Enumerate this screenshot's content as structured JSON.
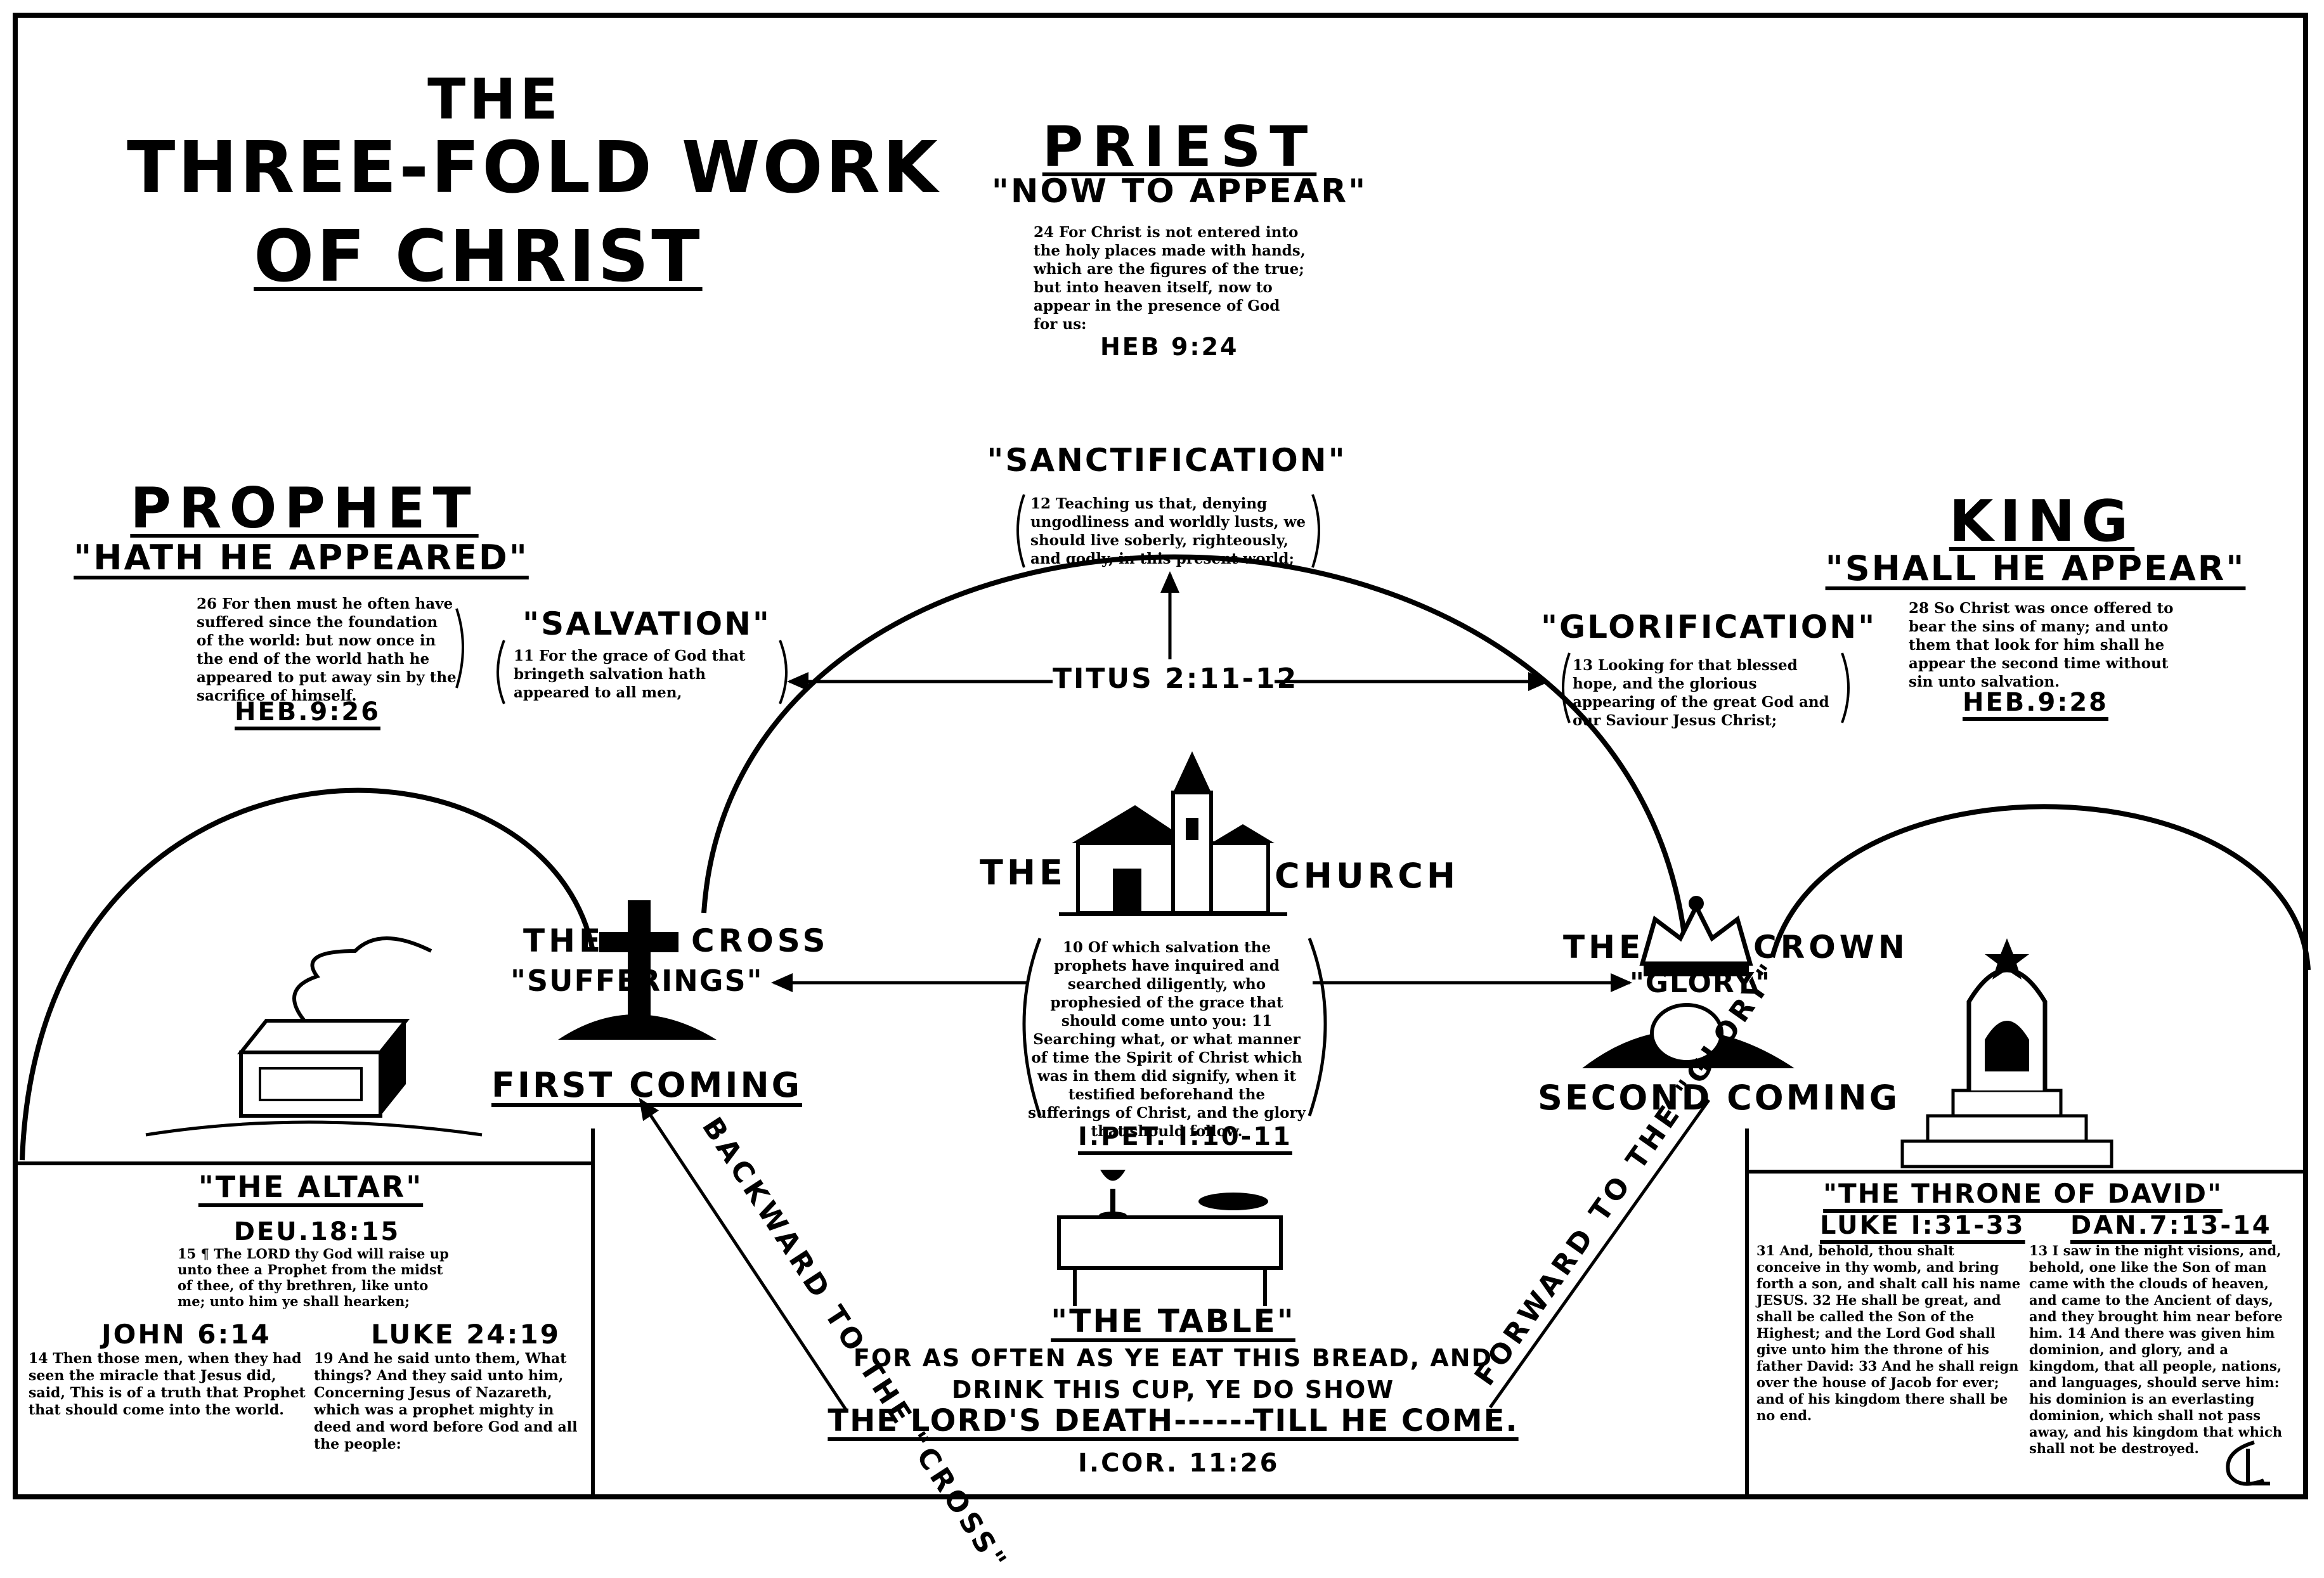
{
  "title": {
    "line1": "THE",
    "line2": "THREE-FOLD WORK",
    "line3": "OF CHRIST"
  },
  "priest": {
    "heading": "PRIEST",
    "subheading": "\"NOW TO APPEAR\"",
    "verse": "24 For Christ is not entered into the holy places made with hands, which are the figures of the true; but into heaven itself, now to appear in the presence of God for us:",
    "reference": "HEB 9:24"
  },
  "prophet": {
    "heading": "PROPHET",
    "subheading": "\"HATH HE APPEARED\"",
    "verse": "26 For then must he often have suffered since the foundation of the world: but now once in the end of the world hath he appeared to put away sin by the sacrifice of himself.",
    "reference": "HEB.9:26"
  },
  "king": {
    "heading": "KING",
    "subheading": "\"SHALL HE APPEAR\"",
    "verse": "28 So Christ was once offered to bear the sins of many; and unto them that look for him shall he appear the second time without sin unto salvation.",
    "reference": "HEB.9:28"
  },
  "sanctification": {
    "heading": "\"SANCTIFICATION\"",
    "verse": "12 Teaching us that, denying ungodliness and worldly lusts, we should live soberly, righteously, and godly, in this present world;"
  },
  "salvation": {
    "heading": "\"SALVATION\"",
    "verse": "11 For the grace of God that bringeth salvation hath appeared to all men,"
  },
  "glorification": {
    "heading": "\"GLORIFICATION\"",
    "verse": "13 Looking for that blessed hope, and the glorious appearing of the great God and our Saviour Jesus Christ;"
  },
  "titus_reference": "TITUS 2:11-12",
  "church": {
    "the": "THE",
    "word": "CHURCH",
    "verse": "10 Of which salvation the prophets have inquired and searched diligently, who prophesied of the grace that should come unto you: 11 Searching what, or what manner of time the Spirit of Christ which was in them did signify, when it testified beforehand the sufferings of Christ, and the glory that should follow.",
    "reference": "I.PET. I:10-11"
  },
  "cross": {
    "the": "THE",
    "word": "CROSS",
    "label": "\"SUFFERINGS\"",
    "coming": "FIRST COMING"
  },
  "crown": {
    "the": "THE",
    "word": "CROWN",
    "label": "\"GLORY\"",
    "coming": "SECOND COMING"
  },
  "backward": "BACKWARD TO THE \"CROSS\"",
  "forward": "FORWARD TO THE \"GLORY\"",
  "altar": {
    "heading": "\"THE ALTAR\"",
    "deu_reference": "DEU.18:15",
    "deu_verse": "15 ¶ The LORD thy God will raise up unto thee a Prophet from the midst of thee, of thy brethren, like unto me; unto him ye shall hearken;",
    "john_reference": "JOHN 6:14",
    "john_verse": "14 Then those men, when they had seen the miracle that Jesus did, said, This is of a truth that Prophet that should come into the world.",
    "luke_reference": "LUKE 24:19",
    "luke_verse": "19 And he said unto them, What things? And they said unto him, Concerning Jesus of Nazareth, which was a prophet mighty in deed and word before God and all the people:"
  },
  "table": {
    "heading": "\"THE TABLE\"",
    "line1": "FOR AS OFTEN AS YE EAT THIS BREAD, AND",
    "line2": "DRINK THIS CUP, YE DO SHOW",
    "line3": "THE LORD'S DEATH------TILL HE COME.",
    "reference": "I.COR. 11:26"
  },
  "throne": {
    "heading": "\"THE THRONE OF DAVID\"",
    "luke_reference": "LUKE I:31-33",
    "dan_reference": "DAN.7:13-14",
    "luke_verse": "31 And, behold, thou shalt conceive in thy womb, and bring forth a son, and shalt call his name JESUS. 32 He shall be great, and shall be called the Son of the Highest; and the Lord God shall give unto him the throne of his father David: 33 And he shall reign over the house of Jacob for ever; and of his kingdom there shall be no end.",
    "dan_verse": "13 I saw in the night visions, and, behold, one like the Son of man came with the clouds of heaven, and came to the Ancient of days, and they brought him near before him. 14 And there was given him dominion, and glory, and a kingdom, that all people, nations, and languages, should serve him: his dominion is an everlasting dominion, which shall not pass away, and his kingdom that which shall not be destroyed."
  }
}
